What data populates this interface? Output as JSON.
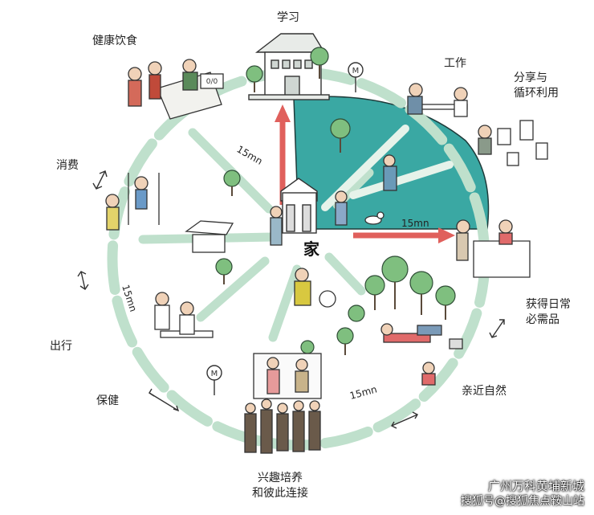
{
  "center_label": "家",
  "activities": {
    "study": "学习",
    "work": "工作",
    "share": [
      "分享与",
      "循环利用"
    ],
    "necessities": [
      "获得日常",
      "必需品"
    ],
    "nature": "亲近自然",
    "hobbies": [
      "兴趣培养",
      "和彼此连接"
    ],
    "health": "保健",
    "travel": "出行",
    "consume": "消费",
    "diet": "健康饮食"
  },
  "distance_labels": [
    "15mn",
    "15mn",
    "15mn",
    "15mn"
  ],
  "metro_symbol": "M",
  "market_sign": "0/0",
  "watermark": {
    "line1": "广州万科黄埔新城",
    "line2": "搜狐号@搜狐焦点鞍山站"
  },
  "colors": {
    "path": "#bfe0cc",
    "teal": "#3aa8a3",
    "arrow": "#e0605c"
  }
}
